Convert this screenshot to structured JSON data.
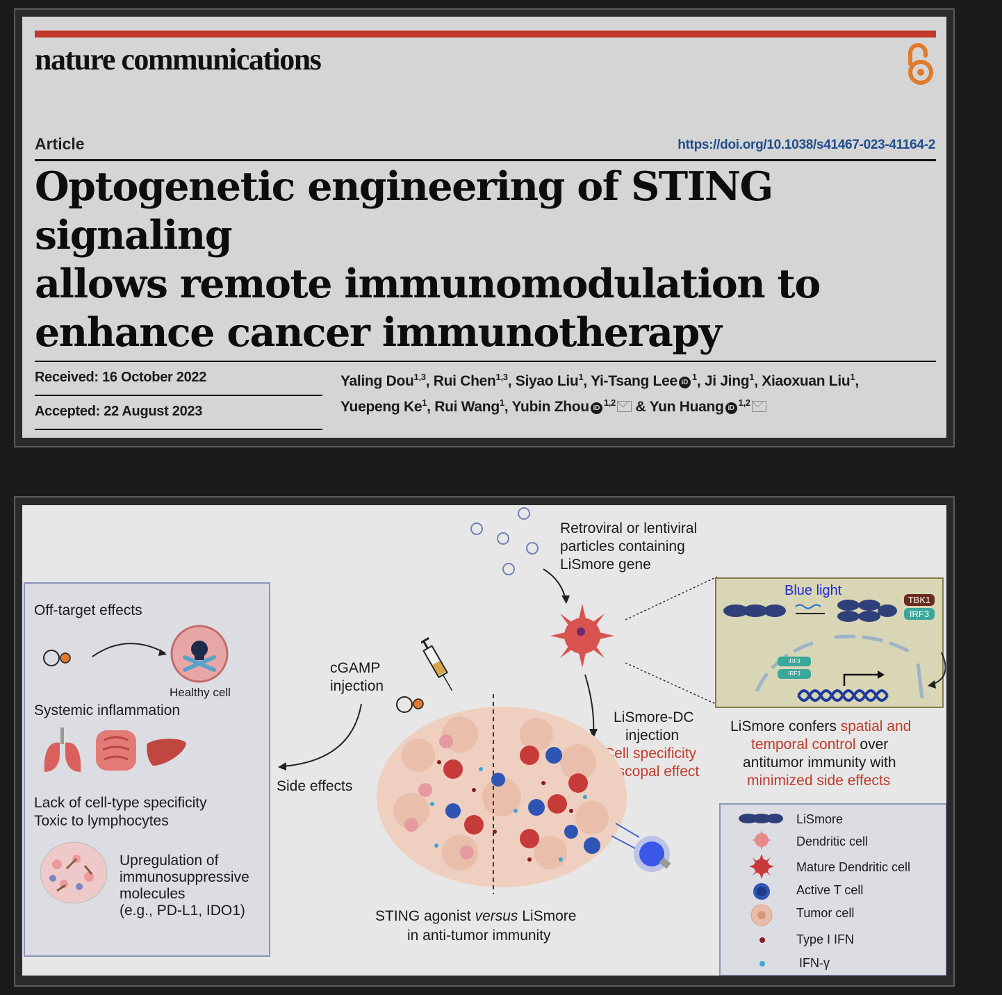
{
  "header": {
    "journal": "nature communications",
    "article_type": "Article",
    "doi": "https://doi.org/10.1038/s41467-023-41164-2",
    "title_lines": [
      "Optogenetic engineering of STING signaling",
      "allows remote immunomodulation to",
      "enhance cancer immunotherapy"
    ],
    "received": "Received: 16 October 2022",
    "accepted": "Accepted: 22 August 2023",
    "authors_line1": [
      {
        "name": "Yaling Dou",
        "sup": "1,3"
      },
      {
        "name": "Rui Chen",
        "sup": "1,3"
      },
      {
        "name": "Siyao Liu",
        "sup": "1"
      },
      {
        "name": "Yi-Tsang Lee",
        "sup": "1",
        "orcid": true
      },
      {
        "name": "Ji Jing",
        "sup": "1"
      },
      {
        "name": "Xiaoxuan Liu",
        "sup": "1"
      }
    ],
    "authors_line2": [
      {
        "name": "Yuepeng Ke",
        "sup": "1"
      },
      {
        "name": "Rui Wang",
        "sup": "1"
      },
      {
        "name": "Yubin Zhou",
        "sup": "1,2",
        "orcid": true,
        "mail": true
      },
      {
        "name": "Yun Huang",
        "sup": "1,2",
        "orcid": true,
        "mail": true,
        "prefix": "& "
      }
    ],
    "accent_color": "#c0392b",
    "oa_icon_color": "#e07a2c"
  },
  "figure": {
    "left_panel": {
      "off_target": "Off-target effects",
      "healthy_cell": "Healthy cell",
      "systemic": "Systemic  inflammation",
      "lack_line1": "Lack of cell-type specificity",
      "lack_line2": "Toxic to lymphocytes",
      "upreg_lines": [
        "Upregulation of",
        "immunosuppressive",
        "molecules",
        "(e.g., PD-L1, IDO1)"
      ]
    },
    "viral_lines": [
      "Retroviral or lentiviral",
      "particles containing",
      "LiSmore gene"
    ],
    "cgamp_lines": [
      "cGAMP",
      "injection"
    ],
    "side_effects": "Side effects",
    "lismore_dc_lines": [
      "LiSmore-DC",
      "injection"
    ],
    "cell_specificity": "Cell specificity",
    "abscopal": "Abscopal effect",
    "blue_light": "Blue light",
    "tbk1": "TBK1",
    "irf3": "IRF3",
    "irf3_small": "IRF3",
    "confers": {
      "l1a": "LiSmore confers ",
      "l1b": "spatial and",
      "l2a": "temporal control",
      "l2b": " over",
      "l3": "antitumor immunity with",
      "l4": "minimized side effects"
    },
    "bottom_caption": {
      "a": "STING agonist ",
      "b": "versus",
      "c": " LiSmore",
      "line2": "in anti-tumor immunity"
    },
    "legend": [
      {
        "label": "LiSmore",
        "icon": "lismore-icon"
      },
      {
        "label": "Dendritic cell",
        "icon": "dendritic-cell-icon"
      },
      {
        "label": "Mature Dendritic cell",
        "icon": "mature-dendritic-cell-icon"
      },
      {
        "label": "Active T cell",
        "icon": "t-cell-icon"
      },
      {
        "label": "Tumor cell",
        "icon": "tumor-cell-icon"
      },
      {
        "label": "Type I IFN",
        "icon": "type1-ifn-dot-icon"
      },
      {
        "label": "IFN-γ",
        "icon": "ifn-gamma-dot-icon"
      }
    ]
  }
}
